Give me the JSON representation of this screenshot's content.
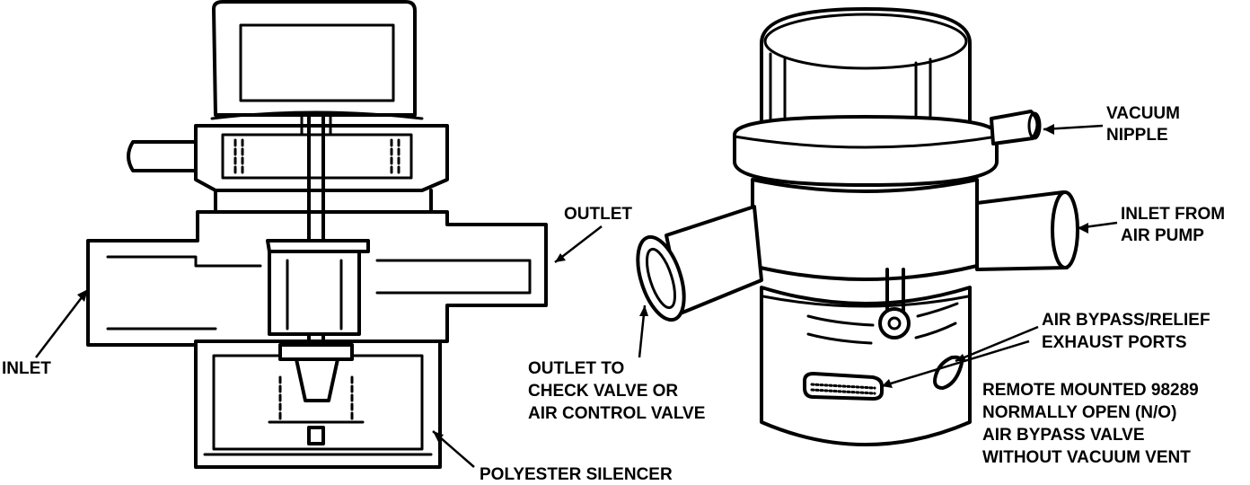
{
  "labels": {
    "inlet": "INLET",
    "outlet_left": "OUTLET",
    "polyester_silencer": "POLYESTER SILENCER",
    "vacuum_nipple": [
      "VACUUM",
      "NIPPLE"
    ],
    "inlet_from_air_pump": [
      "INLET FROM",
      "AIR PUMP"
    ],
    "air_bypass_relief": [
      "AIR BYPASS/RELIEF",
      "EXHAUST PORTS"
    ],
    "outlet_to_check_valve": [
      "OUTLET  TO",
      "CHECK VALVE OR",
      "AIR CONTROL VALVE"
    ],
    "remote_mounted": [
      "REMOTE MOUNTED 98289",
      "NORMALLY OPEN (N/O)",
      "AIR BYPASS VALVE",
      "WITHOUT VACUUM VENT"
    ]
  }
}
